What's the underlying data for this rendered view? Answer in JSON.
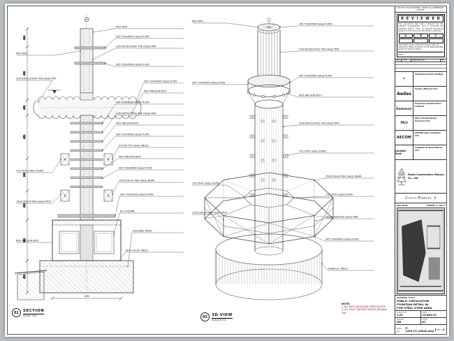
{
  "colors": {
    "note_red": "#b00020",
    "line": "#444444",
    "paper": "#ffffff"
  },
  "views": {
    "section": {
      "number": "01",
      "title": "SECTION",
      "scale": "SCALE 1:25",
      "dim_bottom": "1200",
      "dims_left": [
        "600",
        "450",
        "450",
        "450",
        "300",
        "450",
        "600",
        "450"
      ],
      "callouts_right": [
        "M20 BOLT",
        "345 T20x450Ø (G&S) PLATE",
        "CHS Ø273x10mm THK (G&S) PIPE",
        "345 T20x450Ø (G&S) PLATE",
        "345 T20x450Ø (G&S) PLATE",
        "M20 ANCHOR BOLT",
        "345 T20x450Ø (G&S) PLATE",
        "CHS Ø457x10mm THK (G&S) PIPE",
        "M20 ANCHOR BOLT",
        "345 T20x450Ø (G&S) PLATE",
        "S275J0 T10 (G&S) ANGLE",
        "M20 ANCHOR BOLT",
        "345 T20x450Ø (G&S) PLATE",
        "150x150x10 RHS (G&S) BEAM",
        "345 T20x450Ø (G&S) PLATE",
        "RC COLUMN",
        "A393 BRC MESH",
        "6mm FILLET WELD"
      ],
      "callouts_left": [
        "M20 BOLT",
        "CHS Ø457x10mm THK (G&S) PIPE",
        "T10 STIFF (G&S) PLATE",
        "150x150x10 RHS (G&S) POST",
        "M20 ANCHOR BOLT"
      ]
    },
    "view3d": {
      "number": "02",
      "title": "3D VIEW",
      "scale": "SCALE N.T.S.",
      "callouts_right": [
        "345 T20x450Ø (G&S) PLATE",
        "CHS Ø273x10mm THK (G&S) PIPE",
        "345 T20x450Ø (G&S) PLATE",
        "M20 ANCHOR BOLT",
        "CHS Ø457x10mm THK (G&S) PIPE",
        "T10 STIFF (G&S) PLATE",
        "150x150x10 RHS (G&S) BEAM",
        "T10 STIFF (G&S) PLATE",
        "150x100x8 RHS (G&S) RAIL",
        "345 T20x450Ø (G&S) PLATE",
        "A588 H.S. WELD"
      ],
      "callouts_left": [
        "M20 BOLT",
        "345 T20x450Ø (G&S) PLATE",
        "T10 STIFF (G&S) PLATE",
        "150x150x10 RHS (G&S) POST"
      ]
    }
  },
  "notes": {
    "title": "NOTE:",
    "items": [
      "1. ALL BOLT SHOULD BE FIXED ON SITE.",
      "2. ALL FILLET WELDED SHOULD BE 6mm THK."
    ]
  },
  "titleblock": {
    "top_note": "DO NOT SCALE DRAWING. VERIFY ALL DIMENSIONS ON SITE.",
    "reviewed": {
      "title": "R E V I E W E D",
      "body": "This document has been reviewed by the relevant Consultant(s) and is accorded the following action; refer to Project Procedures Section 5.3 for action by the Trade Contractor.",
      "options": [
        "A",
        "B",
        "C"
      ],
      "footer": "Consultant review of this document does not relieve the Trade Contractor of his responsibilities under the Trade Contract.",
      "date_label": "Date :"
    },
    "revisions": {
      "headers": [
        "REV",
        "DATE",
        "DESCRIPTION",
        "BY"
      ]
    },
    "companies": [
      {
        "logo": "✦",
        "name": "Venetian Orient Limited"
      },
      {
        "logo": "Aedas",
        "name": "Aedas (Macau) Ltd."
      },
      {
        "logo": "Gammon",
        "name": "Gammon Construction Limited"
      },
      {
        "logo": "Mce",
        "name": "Mace Professional Services Ltd."
      },
      {
        "logo": "AECOM",
        "name": "AECOM Asia Company Ltd."
      },
      {
        "logo": "Langdon Seah",
        "name": "Langdon & Seah Macau Ltd."
      }
    ],
    "contractor": {
      "name": "Fadea Construction (Macau) Co., Ltd."
    },
    "project": "Cotai Parcel 3",
    "key_plan": {
      "label": "KEY PLAN",
      "sub": "PARCEL 3, LOT 3"
    },
    "drawing_title": {
      "label": "DRAWING TITLE:",
      "lines": [
        "PUBLIC CIRCULATION",
        "FOUNTAIN DETAIL IN",
        "FOR STEEL STAIR AREA"
      ]
    },
    "fields": [
      {
        "label": "SCALE (A1)",
        "value": "1:25"
      },
      {
        "label": "DATE",
        "value": "13-NOV-19"
      },
      {
        "label": "DRAWN",
        "value": "WD"
      },
      {
        "label": "CHKD",
        "value": "KC"
      }
    ],
    "dwg": {
      "label": "DWG NO.",
      "number": "P-1535_PC_A5040.dwg",
      "rev_label": "REV",
      "rev": "0"
    }
  }
}
